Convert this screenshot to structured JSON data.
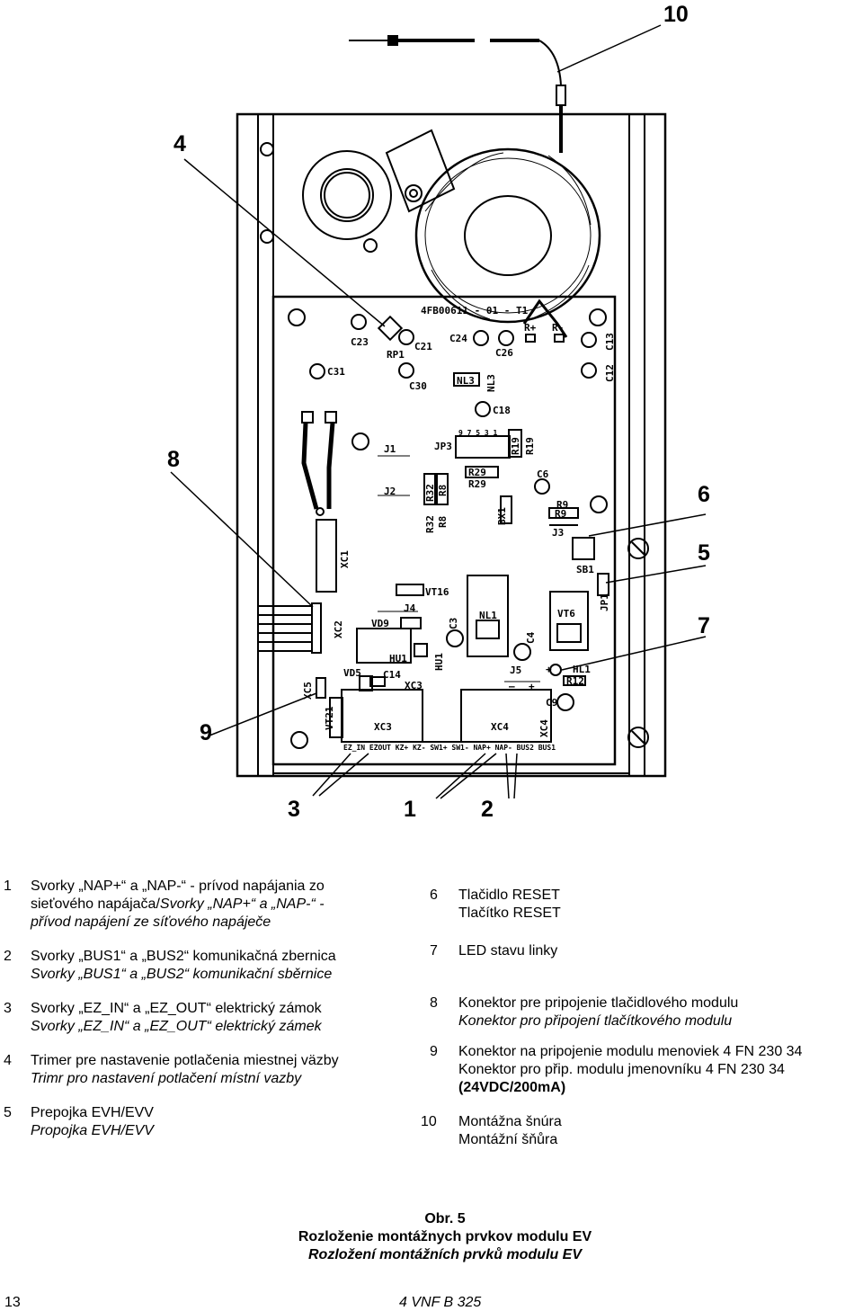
{
  "diagram": {
    "callouts": {
      "c1": "1",
      "c2": "2",
      "c3": "3",
      "c4": "4",
      "c5": "5",
      "c6": "6",
      "c7": "7",
      "c8": "8",
      "c9": "9",
      "c10": "10"
    },
    "pcb_labels": {
      "board_id": "4FB00611 - 01 - T1",
      "c23": "C23",
      "rp1": "RP1",
      "c21": "C21",
      "c24": "C24",
      "c26": "C26",
      "r_plus": "R+",
      "r_minus": "R-",
      "c13": "C13",
      "c12": "C12",
      "c31": "C31",
      "c30": "C30",
      "nl3_box": "NL3",
      "nl3": "NL3",
      "c18": "C18",
      "j1": "J1",
      "jp3": "JP3",
      "jp3_pins": "9 7 5 3 1",
      "r19_box": "R19",
      "r19": "R19",
      "r29_box": "R29",
      "r29": "R29",
      "c6": "C6",
      "j2": "J2",
      "r32_box": "R32",
      "r8_box": "R8",
      "r32": "R32",
      "r8": "R8",
      "bx1": "BX1",
      "r9_box": "R9",
      "r9": "R9",
      "j3": "J3",
      "sb1": "SB1",
      "xc1": "XC1",
      "jp1": "JP1",
      "vt16": "VT16",
      "j4": "J4",
      "vd9": "VD9",
      "c3": "C3",
      "nl1": "NL1",
      "c4": "C4",
      "vt6": "VT6",
      "xc2": "XC2",
      "hu1": "HU1",
      "hu1_v": "HU1",
      "j5": "J5",
      "j5_minus": "–",
      "j5_plus": "+",
      "hl1_plus": "+",
      "hl1": "HL1",
      "r12": "R12",
      "vd5": "VD5",
      "c14": "C14",
      "xc5": "XC5",
      "xc3_top": "XC3",
      "c9": "C9",
      "vt21": "VT21",
      "xc3": "XC3",
      "xc4": "XC4",
      "xc4_v": "XC4",
      "terminals": "EZ_IN EZOUT KZ+ KZ-  SW1+ SW1- NAP+ NAP- BUS2 BUS1"
    }
  },
  "legend_left": [
    {
      "num": "1",
      "sk": "Svorky „NAP+“ a „NAP-“ - prívod napájania zo",
      "sk2": "sieťového napájača/",
      "cz": "Svorky „NAP+“ a „NAP-“ -",
      "cz2": "přívod napájení ze síťového napáječe"
    },
    {
      "num": "2",
      "sk": "Svorky „BUS1“ a „BUS2“  komunikačná zbernica",
      "cz": "Svorky „BUS1“ a „BUS2“  komunikační sběrnice"
    },
    {
      "num": "3",
      "sk": "Svorky „EZ_IN“ a „EZ_OUT“  elektrický zámok",
      "cz": "Svorky „EZ_IN“ a „EZ_OUT“  elektrický zámek"
    },
    {
      "num": "4",
      "sk": "Trimer pre nastavenie potlačenia miestnej väzby",
      "cz": "Trimr pro nastavení potlačení místní vazby"
    },
    {
      "num": "5",
      "sk": "Prepojka EVH/EVV",
      "cz": "Propojka EVH/EVV"
    }
  ],
  "legend_right": [
    {
      "num": "6",
      "sk": "Tlačidlo RESET",
      "plain2": "Tlačítko RESET"
    },
    {
      "num": "7",
      "sk": "LED stavu linky"
    },
    {
      "num": "8",
      "sk": "Konektor pre pripojenie tlačidlového modulu",
      "cz": "Konektor pro připojení tlačítkového modulu"
    },
    {
      "num": "9",
      "sk": "Konektor na pripojenie modulu menoviek 4 FN 230 34",
      "plain2": "Konektor pro přip. modulu jmenovníku 4 FN 230 34",
      "bold3": "(24VDC/200mA)"
    },
    {
      "num": "10",
      "sk": "Montážna šnúra",
      "plain2": "Montážní šňůra"
    }
  ],
  "caption": {
    "fig": "Obr. 5",
    "sk": "Rozloženie montážnych prvkov modulu EV",
    "cz": "Rozložení montážních prvků modulu EV"
  },
  "footer": {
    "page": "13",
    "doc": "4 VNF B 325"
  }
}
